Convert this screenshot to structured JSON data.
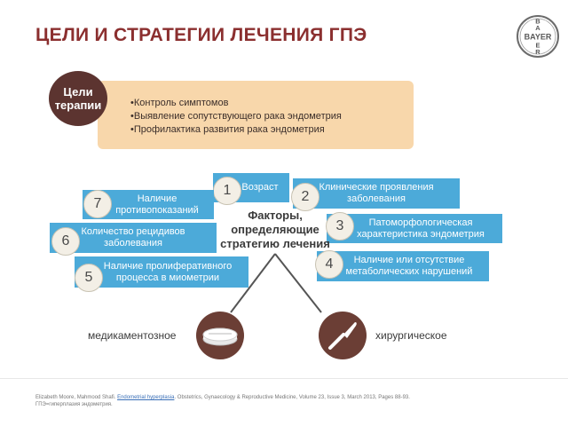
{
  "page": {
    "title": "ЦЕЛИ И СТРАТЕГИИ ЛЕЧЕНИЯ ГПЭ",
    "logo_text": "BAYER"
  },
  "goals": {
    "label": "Цели терапии",
    "items": [
      "•Контроль симптомов",
      "•Выявление сопутствующего рака эндометрия",
      "•Профилактика развития рака эндометрия"
    ]
  },
  "factors": {
    "center_text": "Факторы, определяющие стратегию лечения",
    "items": [
      {
        "num": "1",
        "text": "Возраст"
      },
      {
        "num": "2",
        "text": "Клинические проявления заболевания"
      },
      {
        "num": "3",
        "text": "Патоморфологическая характеристика эндометрия"
      },
      {
        "num": "4",
        "text": "Наличие или отсутствие метаболических нарушений"
      },
      {
        "num": "5",
        "text": "Наличие пролиферативного процесса в миометрии"
      },
      {
        "num": "6",
        "text": "Количество рецидивов заболевания"
      },
      {
        "num": "7",
        "text": "Наличие противопоказаний"
      }
    ]
  },
  "treatment": {
    "medical": "медикаментозное",
    "surgical": "хирургическое"
  },
  "footer": {
    "authors": "Elizabeth Moore, Mahmood Shafi.",
    "link": "Endometrial hyperplasia",
    "citation": ". Obstetrics, Gynaecology & Reproductive Medicine, Volume 23, Issue 3, March 2013, Pages 88-93.",
    "note": "ГПЭ=гиперплазия эндометрия."
  },
  "colors": {
    "title": "#8b2f2f",
    "factor_box": "#4caad9",
    "goals_box": "#f8d7ab",
    "goals_circle": "#5c3430",
    "treatment_circle": "#6b3e35"
  }
}
